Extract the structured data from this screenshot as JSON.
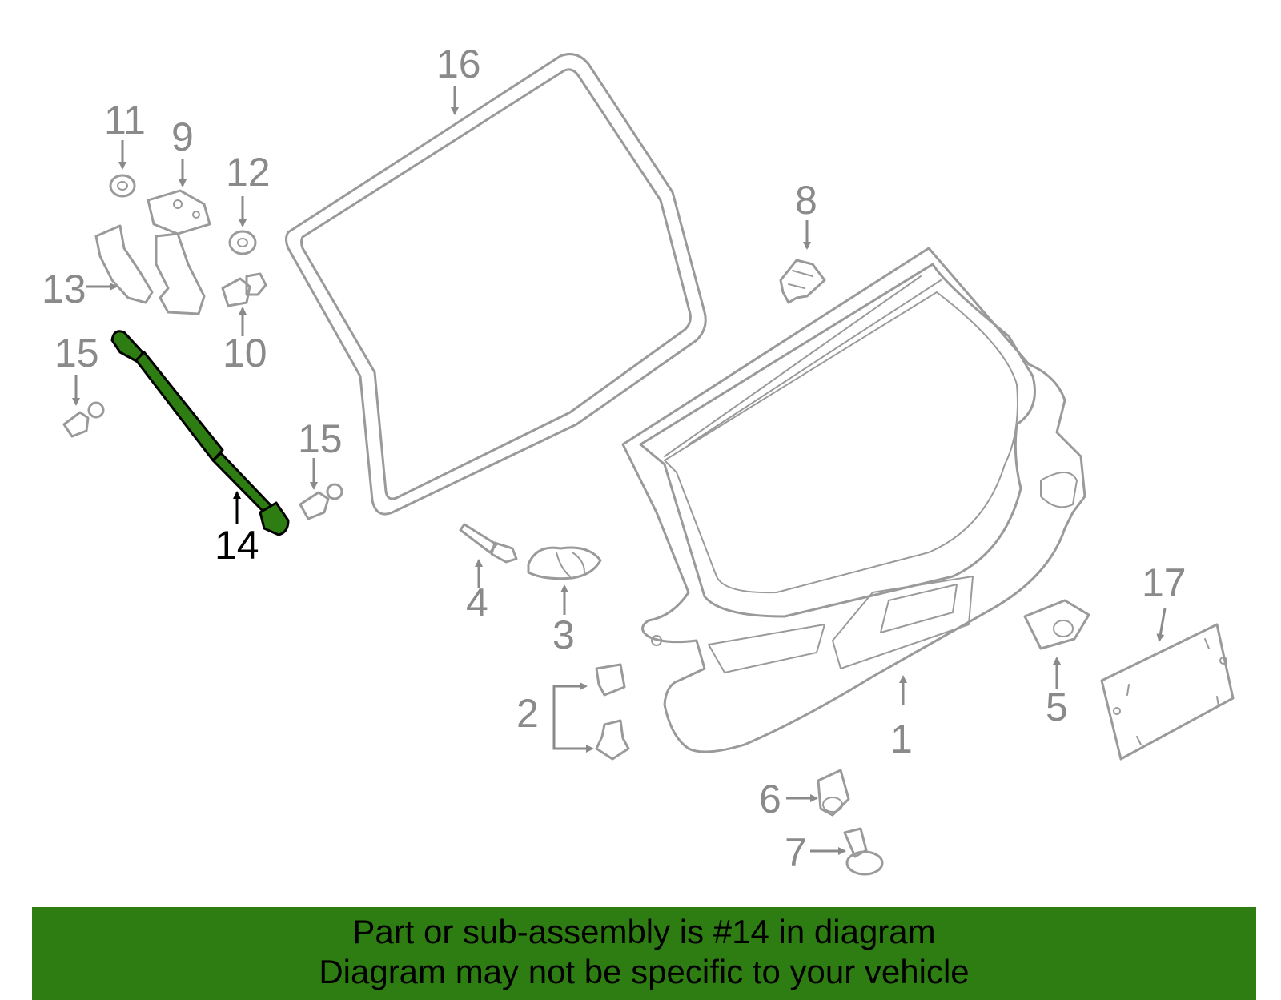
{
  "diagram": {
    "labels": {
      "p1": "1",
      "p2": "2",
      "p3": "3",
      "p4": "4",
      "p5": "5",
      "p6": "6",
      "p7": "7",
      "p8": "8",
      "p9": "9",
      "p10": "10",
      "p11": "11",
      "p12": "12",
      "p13": "13",
      "p14": "14",
      "p15a": "15",
      "p15b": "15",
      "p16": "16",
      "p17": "17"
    },
    "highlight_color": "#2e7d12"
  },
  "banner": {
    "line1": "Part or sub-assembly is #14 in diagram",
    "line2": "Diagram may not be specific to your vehicle",
    "background": "#2e7d12"
  }
}
